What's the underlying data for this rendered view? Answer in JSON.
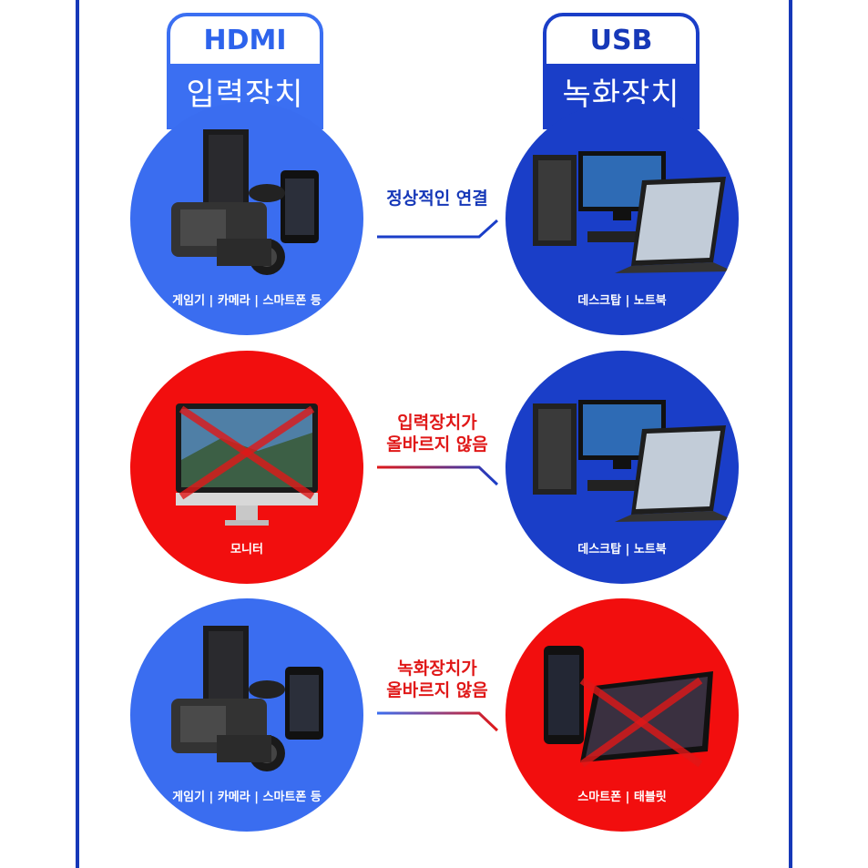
{
  "input_header": {
    "title": "HDMI",
    "subtitle": "입력장치"
  },
  "output_header": {
    "title": "USB",
    "subtitle": "녹화장치"
  },
  "rows": [
    {
      "left_caption": "게임기 | 카메라 | 스마트폰 등",
      "arrow_text": "정상적인 연결",
      "right_caption": "데스크탑 | 노트북"
    },
    {
      "left_caption": "모니터",
      "arrow_text": "입력장치가\n올바르지 않음",
      "right_caption": "데스크탑 | 노트북"
    },
    {
      "left_caption": "게임기 | 카메라 | 스마트폰 등",
      "arrow_text": "녹화장치가\n올바르지 않음",
      "right_caption": "스마트폰 | 태블릿"
    }
  ],
  "colors": {
    "blue": "#3a6df0",
    "navy": "#1a3ec8",
    "red": "#f20e0e"
  }
}
